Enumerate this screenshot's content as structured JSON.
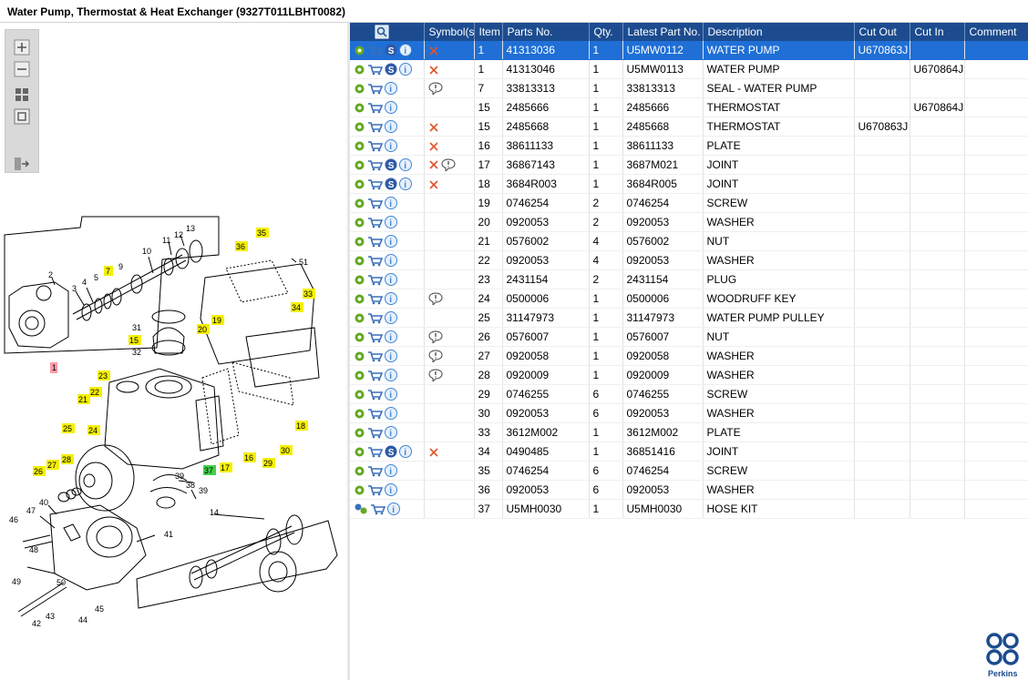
{
  "title": "Water Pump, Thermostat & Heat Exchanger (9327T011LBHT0082)",
  "toolbar": {
    "buttons": [
      "zoom-in-icon",
      "zoom-out-icon",
      "fit-icon",
      "actual-size-icon",
      "export-icon"
    ]
  },
  "diagram": {
    "callouts": [
      "1",
      "2",
      "3",
      "4",
      "5",
      "7",
      "9",
      "10",
      "11",
      "12",
      "13",
      "14",
      "15",
      "16",
      "17",
      "18",
      "19",
      "20",
      "21",
      "22",
      "23",
      "24",
      "25",
      "26",
      "27",
      "28",
      "29",
      "30",
      "31",
      "32",
      "33",
      "34",
      "35",
      "36",
      "37",
      "38",
      "39",
      "39",
      "40",
      "41",
      "42",
      "43",
      "44",
      "45",
      "46",
      "47",
      "48",
      "49",
      "50",
      "51"
    ]
  },
  "table": {
    "columns": [
      "Symbol(s)",
      "Item",
      "Parts No.",
      "Qty.",
      "Latest Part No.",
      "Description",
      "Cut Out",
      "Cut In",
      "Comment"
    ],
    "rows": [
      {
        "sym": "x",
        "item": "1",
        "part": "41313036",
        "qty": "1",
        "latest": "U5MW0112",
        "desc": "WATER PUMP",
        "cutout": "U670863J",
        "cutin": "",
        "comment": "",
        "s": true,
        "selected": true
      },
      {
        "sym": "x",
        "item": "1",
        "part": "41313046",
        "qty": "1",
        "latest": "U5MW0113",
        "desc": "WATER PUMP",
        "cutout": "",
        "cutin": "U670864J",
        "comment": "",
        "s": true
      },
      {
        "sym": "n",
        "item": "7",
        "part": "33813313",
        "qty": "1",
        "latest": "33813313",
        "desc": "SEAL - WATER PUMP",
        "cutout": "",
        "cutin": "",
        "comment": ""
      },
      {
        "sym": "",
        "item": "15",
        "part": "2485666",
        "qty": "1",
        "latest": "2485666",
        "desc": "THERMOSTAT",
        "cutout": "",
        "cutin": "U670864J",
        "comment": ""
      },
      {
        "sym": "x",
        "item": "15",
        "part": "2485668",
        "qty": "1",
        "latest": "2485668",
        "desc": "THERMOSTAT",
        "cutout": "U670863J",
        "cutin": "",
        "comment": ""
      },
      {
        "sym": "x",
        "item": "16",
        "part": "38611133",
        "qty": "1",
        "latest": "38611133",
        "desc": "PLATE",
        "cutout": "",
        "cutin": "",
        "comment": ""
      },
      {
        "sym": "xn",
        "item": "17",
        "part": "36867143",
        "qty": "1",
        "latest": "3687M021",
        "desc": "JOINT",
        "cutout": "",
        "cutin": "",
        "comment": "",
        "s": true
      },
      {
        "sym": "x",
        "item": "18",
        "part": "3684R003",
        "qty": "1",
        "latest": "3684R005",
        "desc": "JOINT",
        "cutout": "",
        "cutin": "",
        "comment": "",
        "s": true
      },
      {
        "sym": "",
        "item": "19",
        "part": "0746254",
        "qty": "2",
        "latest": "0746254",
        "desc": "SCREW",
        "cutout": "",
        "cutin": "",
        "comment": ""
      },
      {
        "sym": "",
        "item": "20",
        "part": "0920053",
        "qty": "2",
        "latest": "0920053",
        "desc": "WASHER",
        "cutout": "",
        "cutin": "",
        "comment": ""
      },
      {
        "sym": "",
        "item": "21",
        "part": "0576002",
        "qty": "4",
        "latest": "0576002",
        "desc": "NUT",
        "cutout": "",
        "cutin": "",
        "comment": ""
      },
      {
        "sym": "",
        "item": "22",
        "part": "0920053",
        "qty": "4",
        "latest": "0920053",
        "desc": "WASHER",
        "cutout": "",
        "cutin": "",
        "comment": ""
      },
      {
        "sym": "",
        "item": "23",
        "part": "2431154",
        "qty": "2",
        "latest": "2431154",
        "desc": "PLUG",
        "cutout": "",
        "cutin": "",
        "comment": ""
      },
      {
        "sym": "n",
        "item": "24",
        "part": "0500006",
        "qty": "1",
        "latest": "0500006",
        "desc": "WOODRUFF KEY",
        "cutout": "",
        "cutin": "",
        "comment": ""
      },
      {
        "sym": "",
        "item": "25",
        "part": "31147973",
        "qty": "1",
        "latest": "31147973",
        "desc": "WATER PUMP PULLEY",
        "cutout": "",
        "cutin": "",
        "comment": ""
      },
      {
        "sym": "n",
        "item": "26",
        "part": "0576007",
        "qty": "1",
        "latest": "0576007",
        "desc": "NUT",
        "cutout": "",
        "cutin": "",
        "comment": ""
      },
      {
        "sym": "n",
        "item": "27",
        "part": "0920058",
        "qty": "1",
        "latest": "0920058",
        "desc": "WASHER",
        "cutout": "",
        "cutin": "",
        "comment": ""
      },
      {
        "sym": "n",
        "item": "28",
        "part": "0920009",
        "qty": "1",
        "latest": "0920009",
        "desc": "WASHER",
        "cutout": "",
        "cutin": "",
        "comment": ""
      },
      {
        "sym": "",
        "item": "29",
        "part": "0746255",
        "qty": "6",
        "latest": "0746255",
        "desc": "SCREW",
        "cutout": "",
        "cutin": "",
        "comment": ""
      },
      {
        "sym": "",
        "item": "30",
        "part": "0920053",
        "qty": "6",
        "latest": "0920053",
        "desc": "WASHER",
        "cutout": "",
        "cutin": "",
        "comment": ""
      },
      {
        "sym": "",
        "item": "33",
        "part": "3612M002",
        "qty": "1",
        "latest": "3612M002",
        "desc": "PLATE",
        "cutout": "",
        "cutin": "",
        "comment": ""
      },
      {
        "sym": "x",
        "item": "34",
        "part": "0490485",
        "qty": "1",
        "latest": "36851416",
        "desc": "JOINT",
        "cutout": "",
        "cutin": "",
        "comment": "",
        "s": true
      },
      {
        "sym": "",
        "item": "35",
        "part": "0746254",
        "qty": "6",
        "latest": "0746254",
        "desc": "SCREW",
        "cutout": "",
        "cutin": "",
        "comment": ""
      },
      {
        "sym": "",
        "item": "36",
        "part": "0920053",
        "qty": "6",
        "latest": "0920053",
        "desc": "WASHER",
        "cutout": "",
        "cutin": "",
        "comment": ""
      },
      {
        "sym": "",
        "item": "37",
        "part": "U5MH0030",
        "qty": "1",
        "latest": "U5MH0030",
        "desc": "HOSE KIT",
        "cutout": "",
        "cutin": "",
        "comment": "",
        "kit": true
      }
    ]
  },
  "brand": {
    "name": "Perkins",
    "color": "#1c4c8f"
  },
  "colors": {
    "header": "#1c4c8f",
    "selected": "#1f6fd6",
    "x_mark": "#e0542b",
    "gear": "#62a81e",
    "cart": "#3a6fb8",
    "info": "#3f86d6",
    "callout_yellow": "#f5f000",
    "callout_green": "#43d04b",
    "callout_red": "#ff9aa8"
  }
}
